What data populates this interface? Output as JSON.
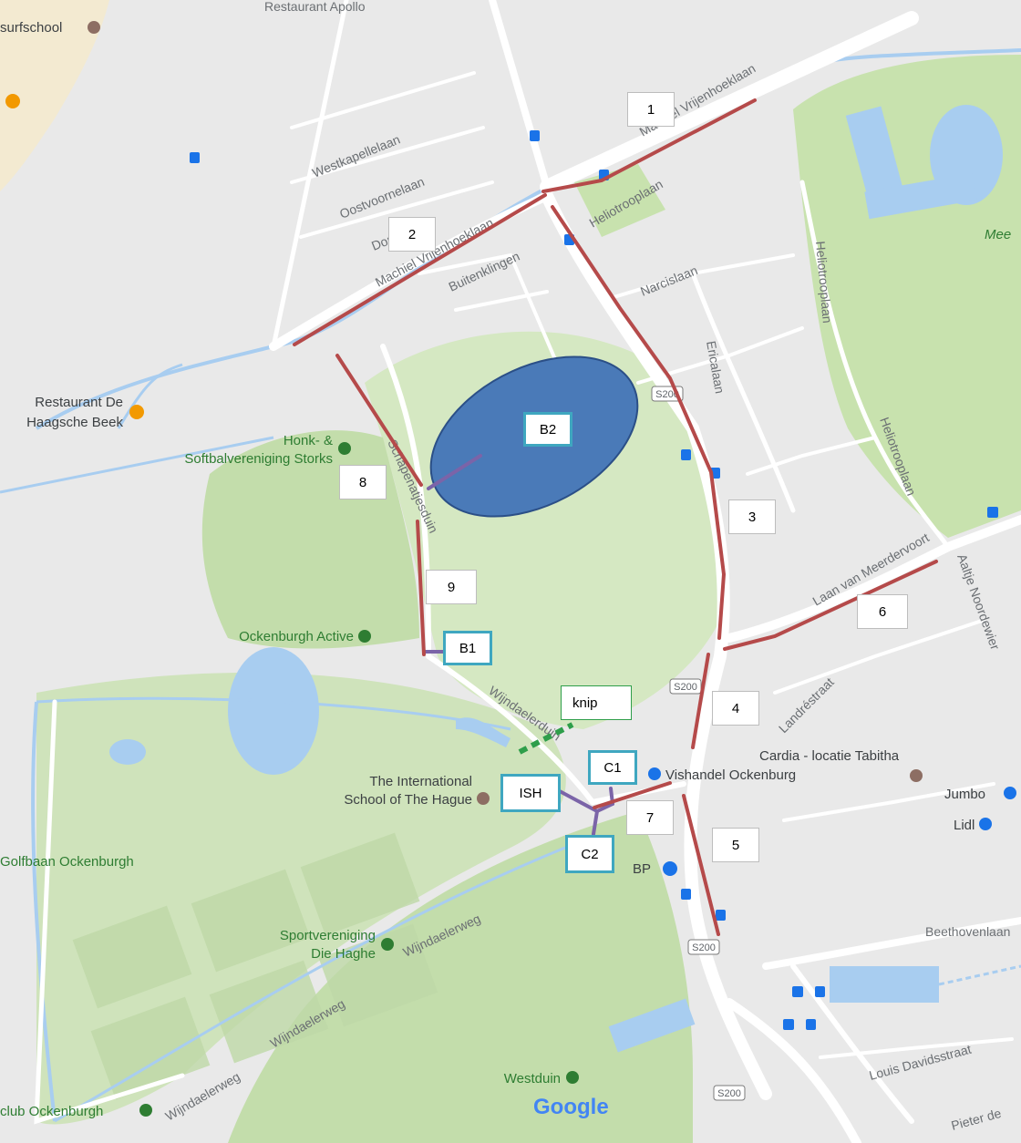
{
  "colors": {
    "land": "#e9e9e9",
    "beach": "#f3ead1",
    "park": "#d5e8c2",
    "park_dark": "#c3ddab",
    "water": "#a8cdf0",
    "road": "#ffffff",
    "route_segment": "#b54a4a",
    "connector": "#7b64a8",
    "basin": "#4a7ab8",
    "basin_border": "#2b4f87",
    "label_blue_border": "#3fa7c0",
    "knip": "#2e9e4a",
    "poi_brown": "#8d6e63",
    "poi_orange": "#f29900",
    "transit_blue": "#1a73e8",
    "google_blue": "#4285f4",
    "google_red": "#ea4335",
    "google_yellow": "#fbbc05",
    "google_green": "#34a853"
  },
  "streets": [
    "Restaurant Apollo",
    "Westkapellelaan",
    "Oostvoornelaan",
    "Dorplaan",
    "Machiel Vrijenhoeklaan",
    "Machiel Vrijenhoeklaan",
    "Buitenklingen",
    "Heliotrooplaan",
    "Narcislaan",
    "Ericalaan",
    "Heliotrooplaan",
    "Heliotrooplaan",
    "Laan van Meerdervoort",
    "Aaltje Noordewier",
    "Landréstraat",
    "Schapenatjesduin",
    "Wijndaelerduin",
    "Wijndaelerweg",
    "Wijndaelerweg",
    "Wijndaelerweg",
    "Beethovenlaan",
    "Louis Davidsstraat",
    "Pieter de"
  ],
  "pois": {
    "surfschool": "surfschool",
    "restaurant_de": "Restaurant De",
    "haagsche_beek": "Haagsche Beek",
    "honk": "Honk- &",
    "softbal": "Softbalvereniging Storks",
    "ockenburgh_active": "Ockenburgh Active",
    "ish_line1": "The International",
    "ish_line2": "School of The Hague",
    "vishandel": "Vishandel Ockenburg",
    "cardia": "Cardia - locatie Tabitha",
    "jumbo": "Jumbo",
    "lidl": "Lidl",
    "bp": "BP",
    "golfbaan": "Golfbaan Ockenburgh",
    "sport_line1": "Sportvereniging",
    "sport_line2": "Die Haghe",
    "westduin": "Westduin",
    "club": "club Ockenburgh",
    "meer": "Mee"
  },
  "highway_badge": "S200",
  "google_logo": "Google",
  "segment_labels": [
    "1",
    "2",
    "3",
    "4",
    "5",
    "6",
    "7",
    "8",
    "9"
  ],
  "location_labels": {
    "b1": "B1",
    "b2": "B2",
    "c1": "C1",
    "c2": "C2",
    "ish": "ISH",
    "knip": "knip"
  }
}
